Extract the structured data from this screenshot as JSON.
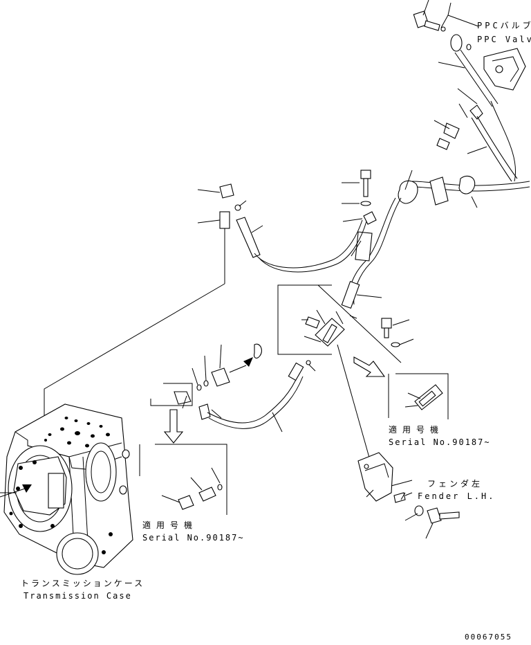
{
  "labels": {
    "ppc_valve_jp": "PPCバルブ",
    "ppc_valve_en": "PPC Valve",
    "fender_jp": "フェンダ左",
    "fender_en": "Fender L.H.",
    "transmission_jp": "トランスミッションケース",
    "transmission_en": "Transmission Case",
    "serial_jp_1": "適用号機",
    "serial_en_1": "Serial No.90187~",
    "serial_jp_2": "適用号機",
    "serial_en_2": "Serial No.90187~",
    "drawing_number": "00067055"
  }
}
